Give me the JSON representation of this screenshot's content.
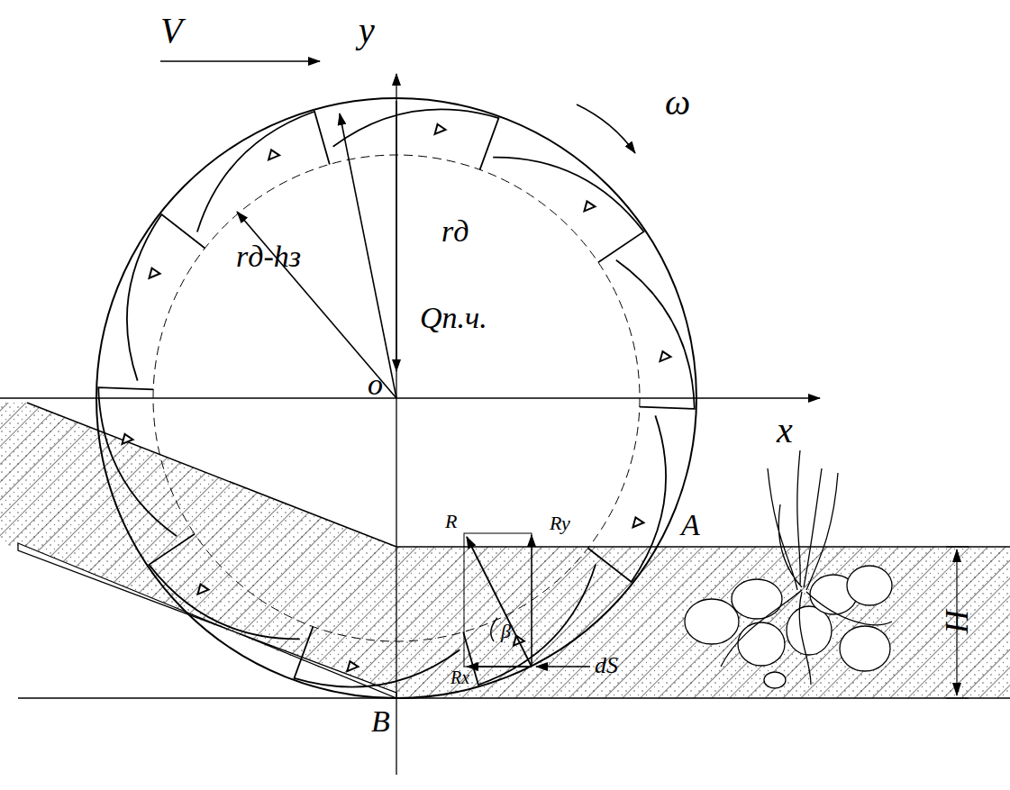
{
  "diagram": {
    "labels": [
      "V",
      "y",
      "ω",
      "rд",
      "rд-hз",
      "Qп.ч.",
      "o",
      "x",
      "A",
      "R",
      "Ry",
      "β",
      "Rx",
      "dS",
      "H",
      "B"
    ]
  }
}
